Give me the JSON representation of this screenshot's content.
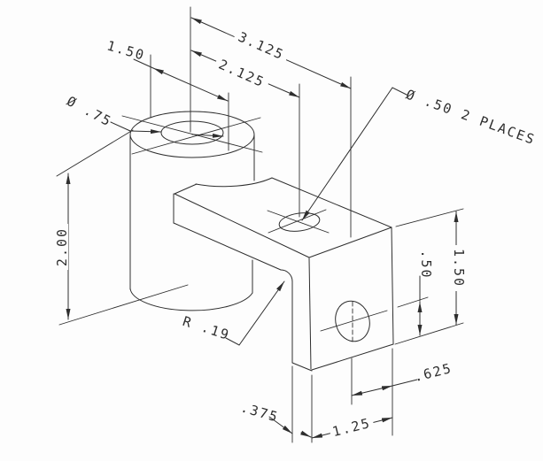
{
  "drawing": {
    "type": "isometric-mechanical-part",
    "background": "#fdfdfd",
    "line_color": "#2e2e2e",
    "dims": {
      "overall_length": "3.125",
      "top_hole_position": "2.125",
      "boss_diameter": "1.50",
      "boss_bore_diameter": "Ø .75",
      "boss_height": "2.00",
      "thru_holes_note": "Ø .50 2 PLACES",
      "fillet_radius": "R .19",
      "side_hole_offset": ".50",
      "plate_height": "1.50",
      "hole_to_edge": ".625",
      "plate_thickness": ".375",
      "plate_width": "1.25"
    }
  }
}
